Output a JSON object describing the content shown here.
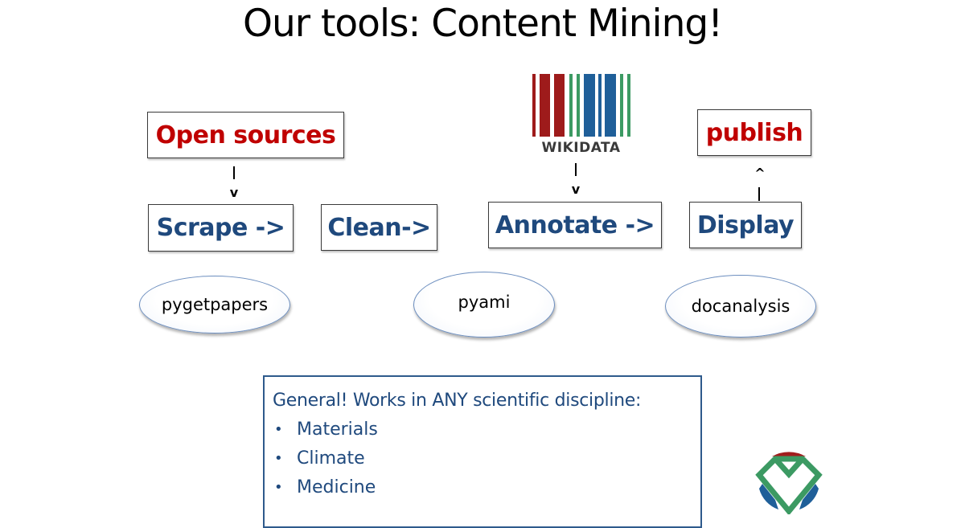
{
  "slide": {
    "title": "Our tools: Content Mining!"
  },
  "diagram": {
    "nodes": {
      "open_sources": "Open sources",
      "scrape": "Scrape ->",
      "clean": "Clean->",
      "annotate": "Annotate ->",
      "display": "Display",
      "publish": "publish"
    },
    "connectors": {
      "down_bar": "|",
      "down_head": "v",
      "up_head": "^",
      "up_bar": "|"
    },
    "tools": {
      "scrape_tool": "pygetpapers",
      "annotate_tool": "pyami",
      "display_tool": "docanalysis"
    },
    "wikidata_logo": {
      "label": "WIKIDATA",
      "colors": {
        "red": "#9e1b1b",
        "green": "#3c9a63",
        "blue": "#1f5f99"
      }
    }
  },
  "info": {
    "heading": "General! Works in ANY scientific discipline:",
    "bullet_char": "•",
    "items": [
      "Materials",
      "Climate",
      "Medicine"
    ]
  },
  "colors": {
    "red_text": "#c00000",
    "blue_text": "#1f497d",
    "ellipse_border": "#6c8ebf"
  }
}
